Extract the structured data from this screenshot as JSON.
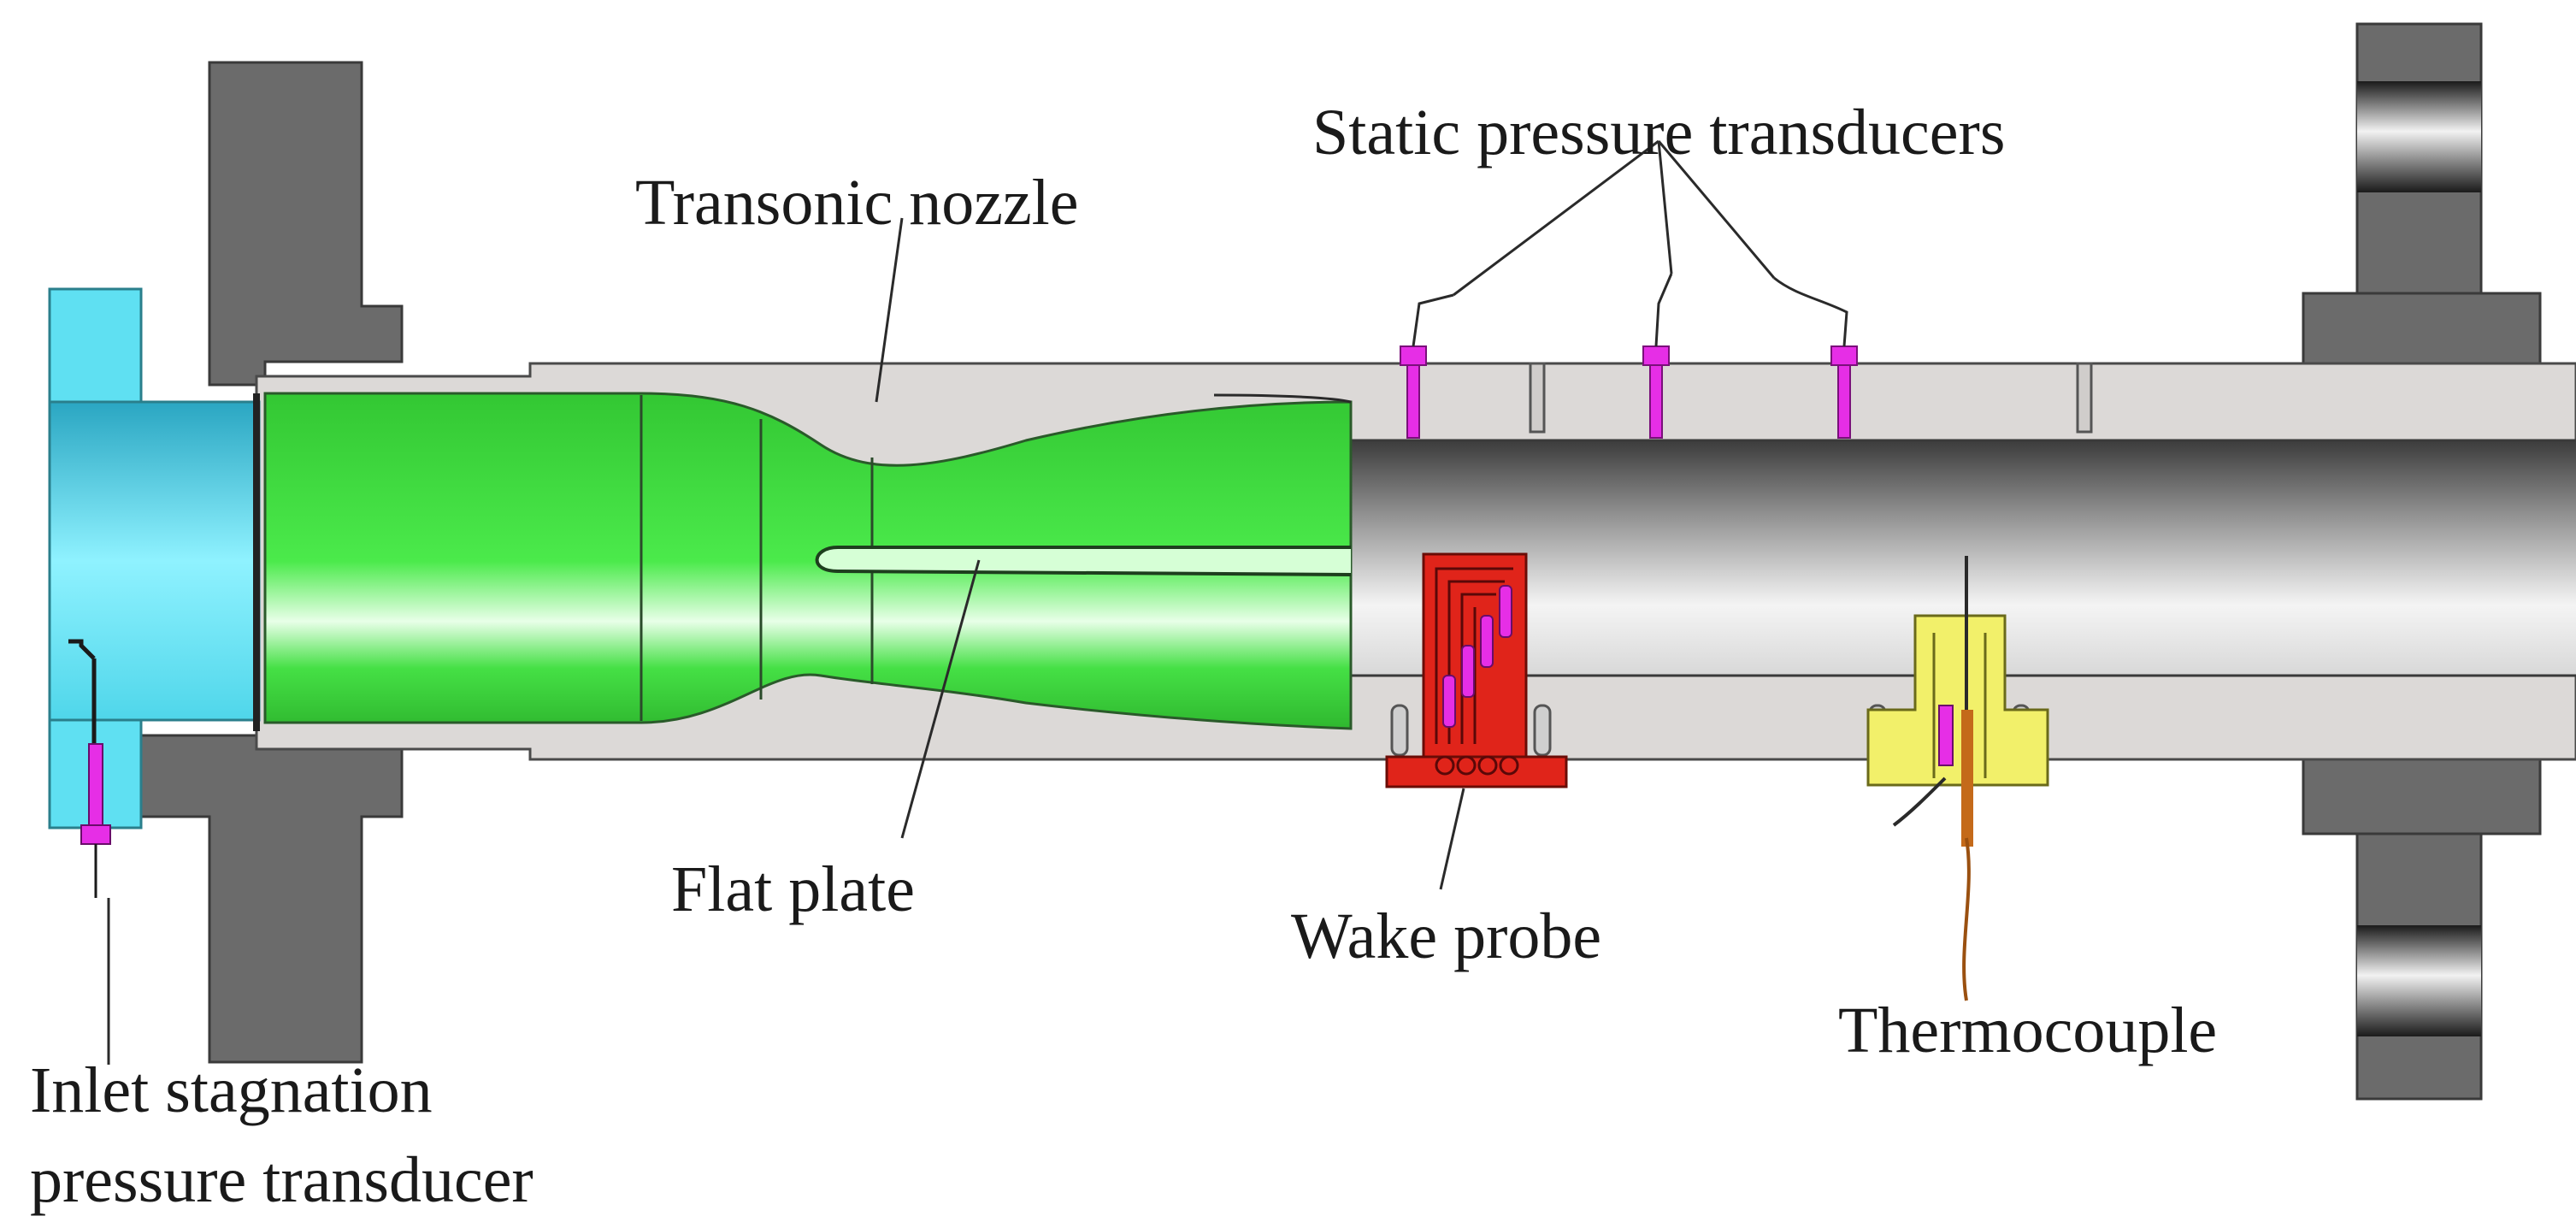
{
  "labels": {
    "static_pressure": "Static pressure transducers",
    "transonic_nozzle": "Transonic nozzle",
    "flat_plate": "Flat plate",
    "wake_probe": "Wake probe",
    "thermocouple": "Thermocouple",
    "inlet_line1": "Inlet stagnation",
    "inlet_line2": "pressure transducer"
  },
  "colors": {
    "flange": "#6b6b6b",
    "tube_wall": "#dcd9d7",
    "inlet_block": "#5fe0f2",
    "nozzle": "#3fe23f",
    "transducer": "#e62ee6",
    "wake_probe": "#e0241a",
    "thermocouple_mount": "#f2f06a"
  }
}
